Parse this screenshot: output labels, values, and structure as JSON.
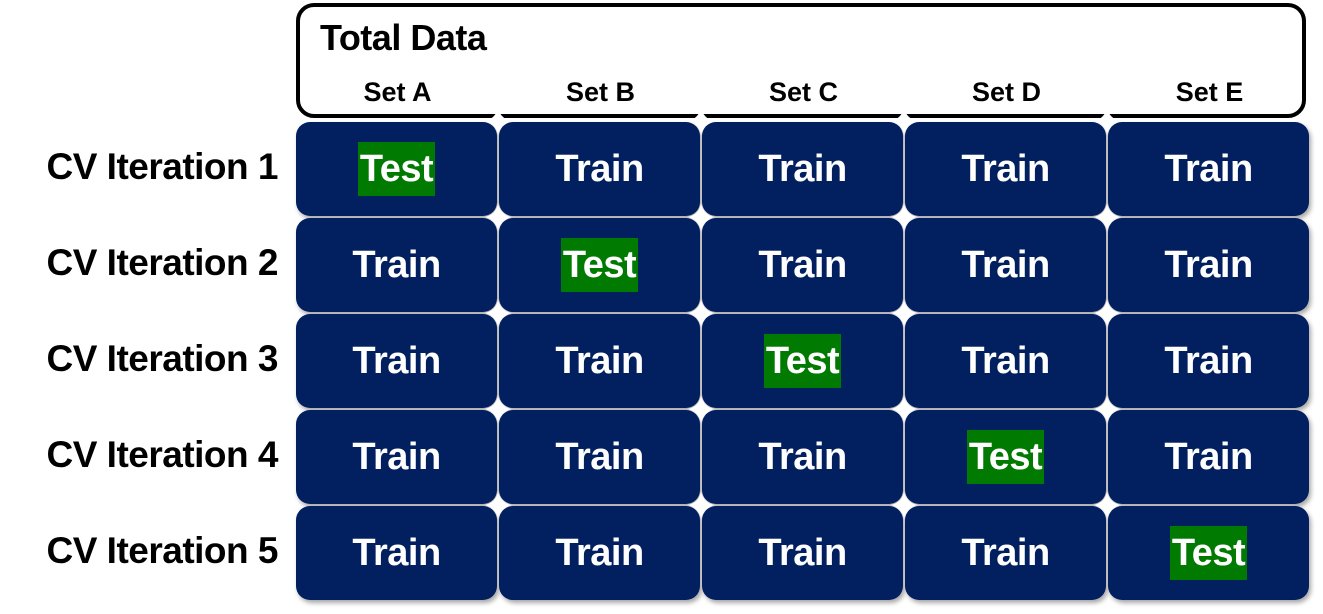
{
  "header": {
    "title": "Total Data",
    "sets": [
      "Set A",
      "Set B",
      "Set C",
      "Set D",
      "Set E"
    ]
  },
  "rows": [
    {
      "label": "CV Iteration 1",
      "cells": [
        "Test",
        "Train",
        "Train",
        "Train",
        "Train"
      ]
    },
    {
      "label": "CV Iteration 2",
      "cells": [
        "Train",
        "Test",
        "Train",
        "Train",
        "Train"
      ]
    },
    {
      "label": "CV Iteration 3",
      "cells": [
        "Train",
        "Train",
        "Test",
        "Train",
        "Train"
      ]
    },
    {
      "label": "CV Iteration 4",
      "cells": [
        "Train",
        "Train",
        "Train",
        "Test",
        "Train"
      ]
    },
    {
      "label": "CV Iteration 5",
      "cells": [
        "Train",
        "Train",
        "Train",
        "Train",
        "Test"
      ]
    }
  ],
  "colors": {
    "cell_background": "#022060",
    "test_highlight": "#007a00",
    "text_on_cell": "#ffffff"
  },
  "icons": {
    "separator": "sparkle-icon"
  }
}
